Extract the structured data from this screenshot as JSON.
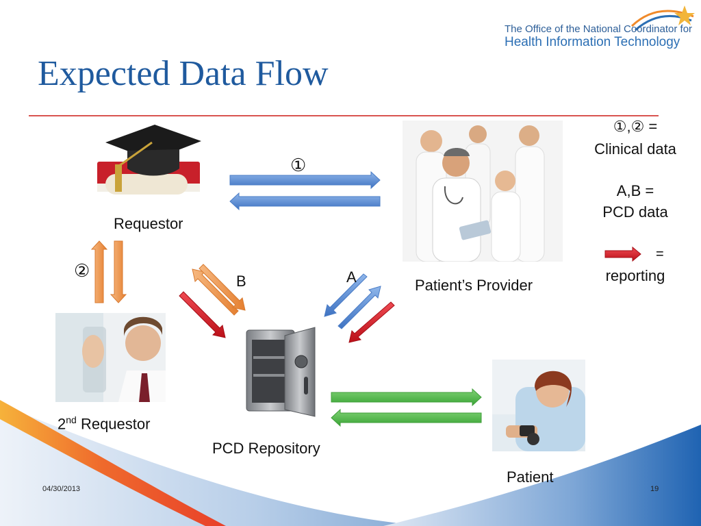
{
  "title": "Expected Data Flow",
  "logo": {
    "line1": "The Office of the National Coordinator for",
    "line2": "Health Information Technology"
  },
  "nodes": {
    "requestor": "Requestor",
    "provider": "Patient’s Provider",
    "second_requestor_prefix": "2",
    "second_requestor_sup": "nd",
    "second_requestor_suffix": " Requestor",
    "repository": "PCD Repository",
    "patient": "Patient"
  },
  "flow_labels": {
    "one": "①",
    "two": "②",
    "a": "A",
    "b": "B"
  },
  "legend": {
    "clinical_symbols": "①,② =",
    "clinical_text": "Clinical data",
    "pcd_symbols": "A,B =",
    "pcd_text": "PCD data",
    "reporting_eq": "=",
    "reporting_text": "reporting"
  },
  "footer": {
    "date": "04/30/2013",
    "page": "19"
  },
  "colors": {
    "title": "#1f5a9e",
    "rule": "#d9534f",
    "arrow_blue": "#5b8fd6",
    "arrow_orange": "#ef9a55",
    "arrow_red": "#d41f2a",
    "arrow_green": "#52b84a"
  }
}
